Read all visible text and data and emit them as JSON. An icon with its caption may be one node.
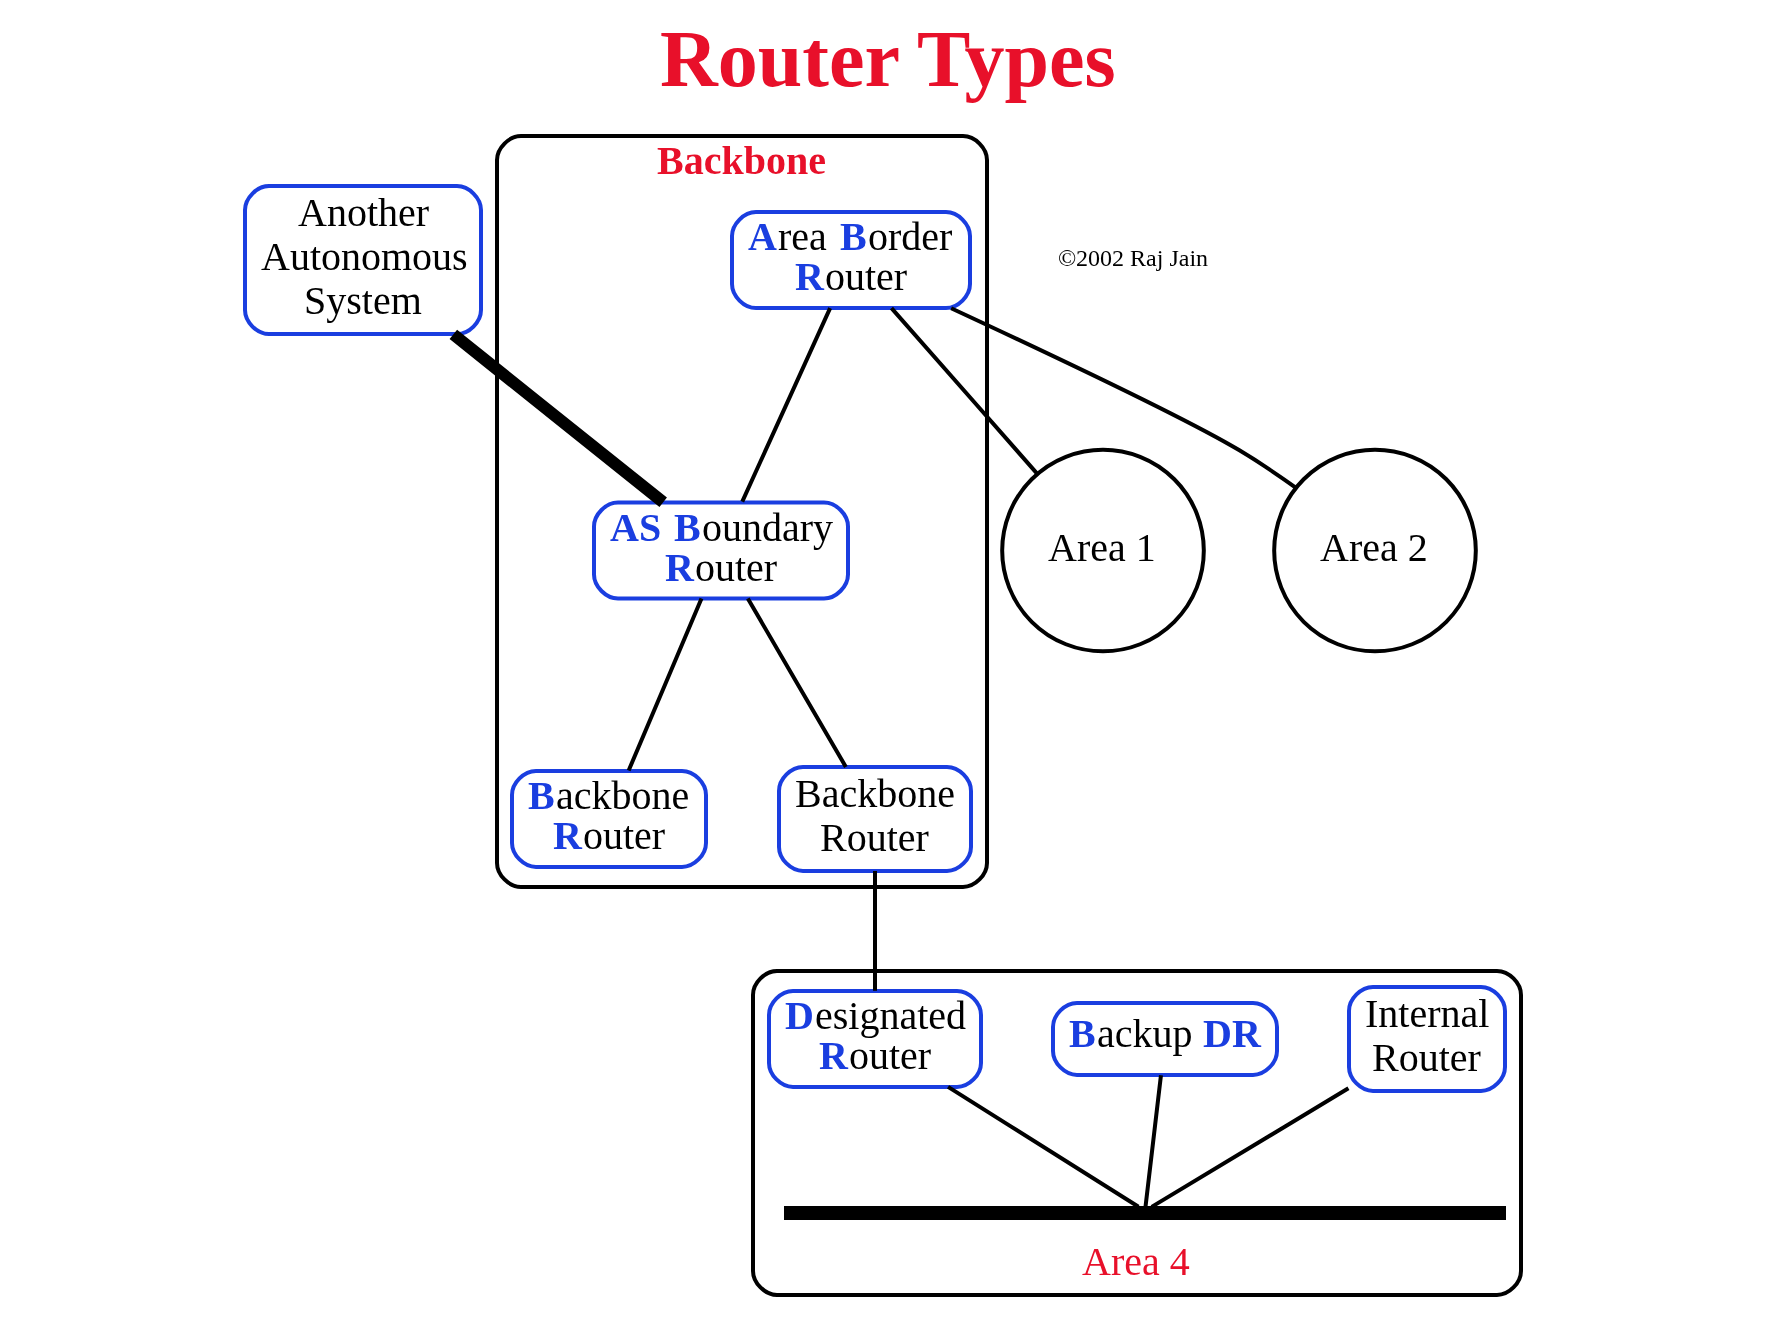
{
  "diagram": {
    "title": "Router Types",
    "nodes": [
      {
        "text": [
          "Another Autonomous System"
        ]
      },
      {
        "text": [
          "Backbone"
        ]
      },
      {
        "text": [
          "**AS** **B**oundary **R**outer"
        ],
        "in": 1
      },
      {
        "text": [
          "**A**rea **B**order **R**outer"
        ],
        "in": 1
      },
      {
        "text": [
          "**B**ackbone **R**outer"
        ],
        "in": 1
      },
      {
        "text": [
          "Backbone Router"
        ],
        "in": 1
      },
      {
        "text": [
          "Area 1"
        ]
      },
      {
        "text": [
          "Area 2"
        ]
      },
      {
        "text": [
          "Area 4"
        ]
      },
      {
        "text": [
          "Internal Router"
        ],
        "in": 8
      },
      {
        "text": [
          "**B**ackup **DR**"
        ],
        "in": 8
      },
      {
        "text": [
          "**D**esignated **R**outer"
        ],
        "in": 8
      },
      {
        "text": [],
        "shape": "bar",
        "in": 8
      }
    ],
    "edges": [
      {
        "from": 0,
        "to": 2,
        "arrow": "none",
        "style": "thick"
      },
      {
        "from": 3,
        "to": 2,
        "arrow": "none"
      },
      {
        "from": 2,
        "to": 4,
        "arrow": "none"
      },
      {
        "from": 2,
        "to": 5,
        "arrow": "none"
      },
      {
        "from": 3,
        "to": 6,
        "arrow": "none"
      },
      {
        "from": 3,
        "to": 7,
        "arrow": "none"
      },
      {
        "from": 5,
        "to": 11,
        "arrow": "none"
      },
      {
        "from": 9,
        "to": 12,
        "arrow": "none"
      },
      {
        "from": 10,
        "to": 12,
        "arrow": "none"
      },
      {
        "from": 11,
        "to": 12,
        "arrow": "none"
      }
    ],
    "labels": [
      "©2002 Raj Jain"
    ]
  }
}
